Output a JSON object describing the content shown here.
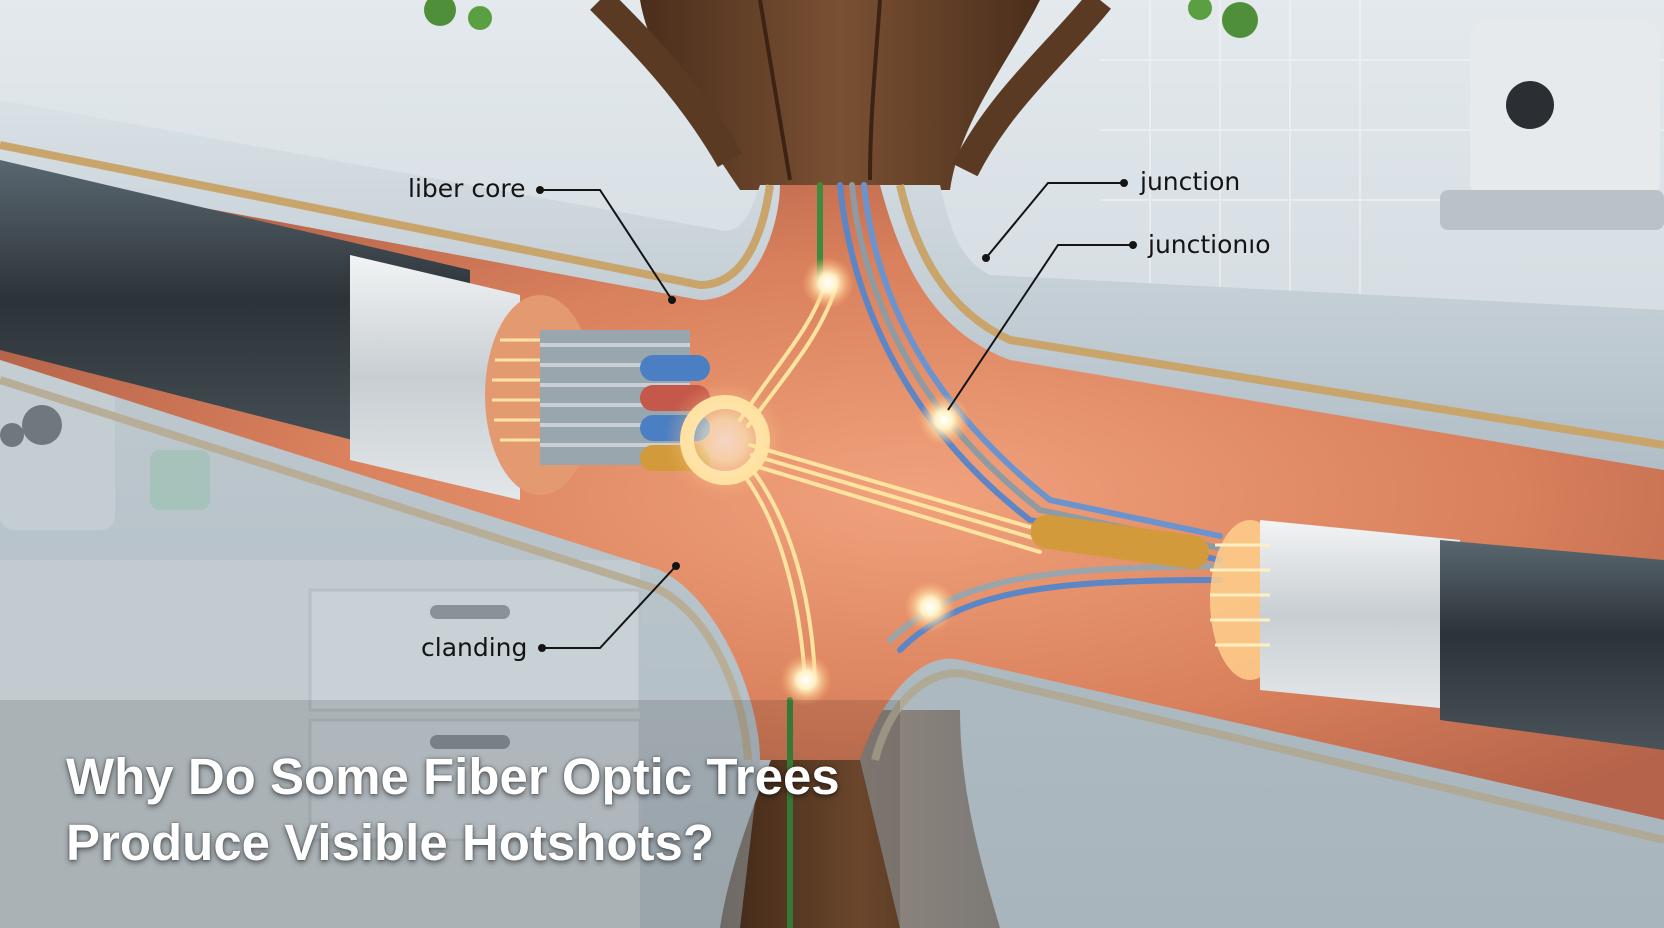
{
  "labels": {
    "fiber_core": "liber core",
    "junction_top": "junction",
    "junction_second": "junctionıo",
    "cladding": "clanding"
  },
  "headline": {
    "line1": "Why Do Some Fiber Optic Trees",
    "line2": "Produce Visible Hotshots?"
  },
  "colors": {
    "glow": "#ffd27a",
    "pipe_interior": "#d9805c",
    "bark": "#6b4428",
    "leaf": "#4f8f3a",
    "tube_steel": "#8d9aa3"
  }
}
